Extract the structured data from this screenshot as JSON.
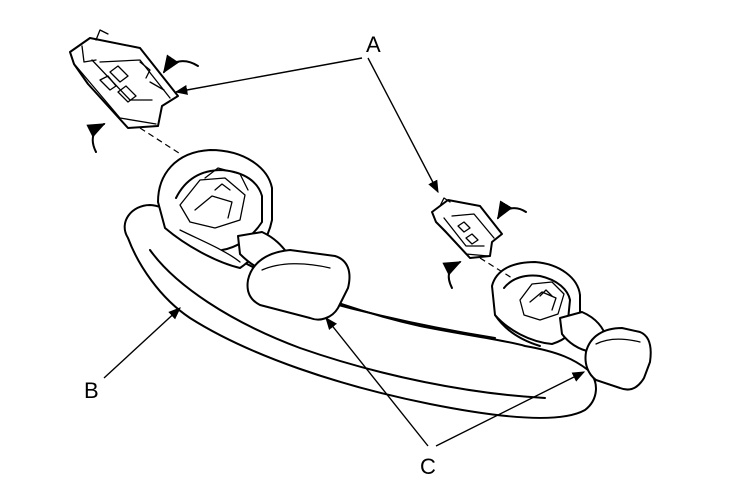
{
  "callouts": {
    "a": "A",
    "b": "B",
    "c": "C"
  },
  "parts": {
    "clip_icon": "retaining-clip-icon",
    "handle_icon": "grab-handle-icon",
    "cap_icon": "cover-cap-icon",
    "rotate_icon": "rotation-arrow-icon"
  }
}
